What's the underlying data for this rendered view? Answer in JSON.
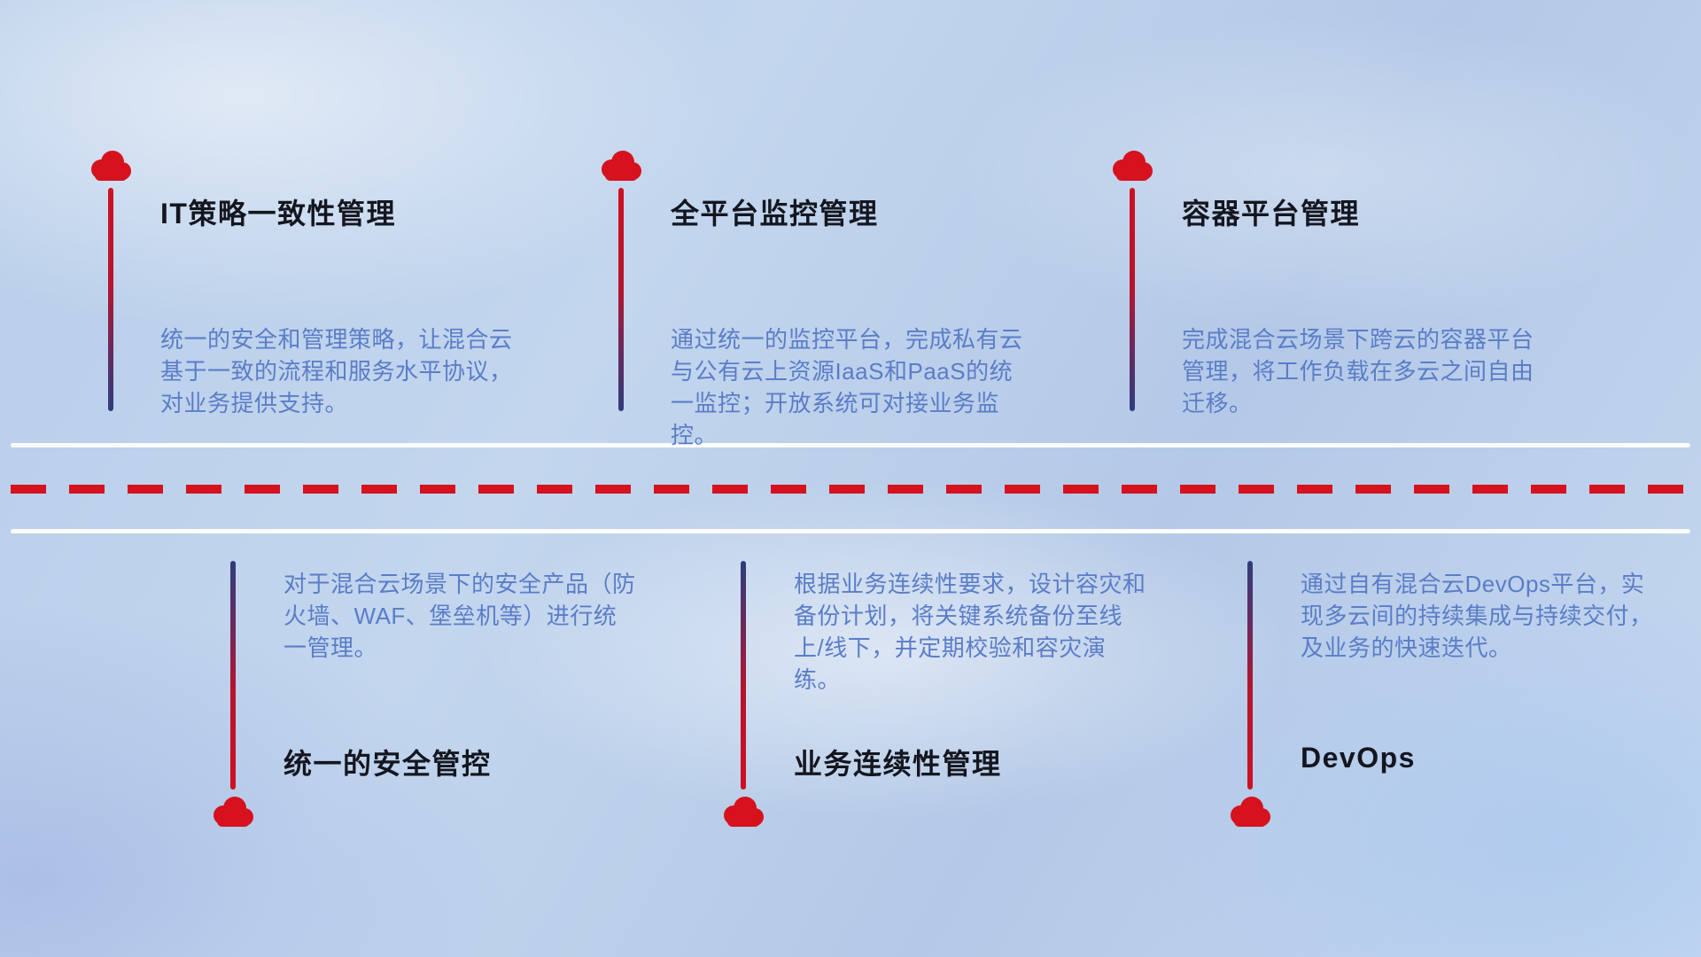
{
  "diagram": {
    "top_items": [
      {
        "title": "IT策略一致性管理",
        "description": "统一的安全和管理策略，让混合云基于一致的流程和服务水平协议，对业务提供支持。"
      },
      {
        "title": "全平台监控管理",
        "description": "通过统一的监控平台，完成私有云与公有云上资源IaaS和PaaS的统一监控；开放系统可对接业务监控。"
      },
      {
        "title": "容器平台管理",
        "description": "完成混合云场景下跨云的容器平台管理，将工作负载在多云之间自由迁移。"
      }
    ],
    "bottom_items": [
      {
        "title": "统一的安全管控",
        "description": "对于混合云场景下的安全产品（防火墙、WAF、堡垒机等）进行统一管理。"
      },
      {
        "title": "业务连续性管理",
        "description": "根据业务连续性要求，设计容灾和备份计划，将关键系统备份至线上/线下，并定期校验和容灾演练。"
      },
      {
        "title": "DevOps",
        "description": "通过自有混合云DevOps平台，实现多云间的持续集成与持续交付，及业务的快速迭代。"
      }
    ],
    "icons": {
      "cloud": "cloud-icon"
    },
    "colors": {
      "accent_red": "#d5121e",
      "stem_navy": "#2e3d7c",
      "description_blue": "#5b7dc8",
      "title_dark": "#14161f",
      "divider_white": "#ffffff"
    }
  }
}
